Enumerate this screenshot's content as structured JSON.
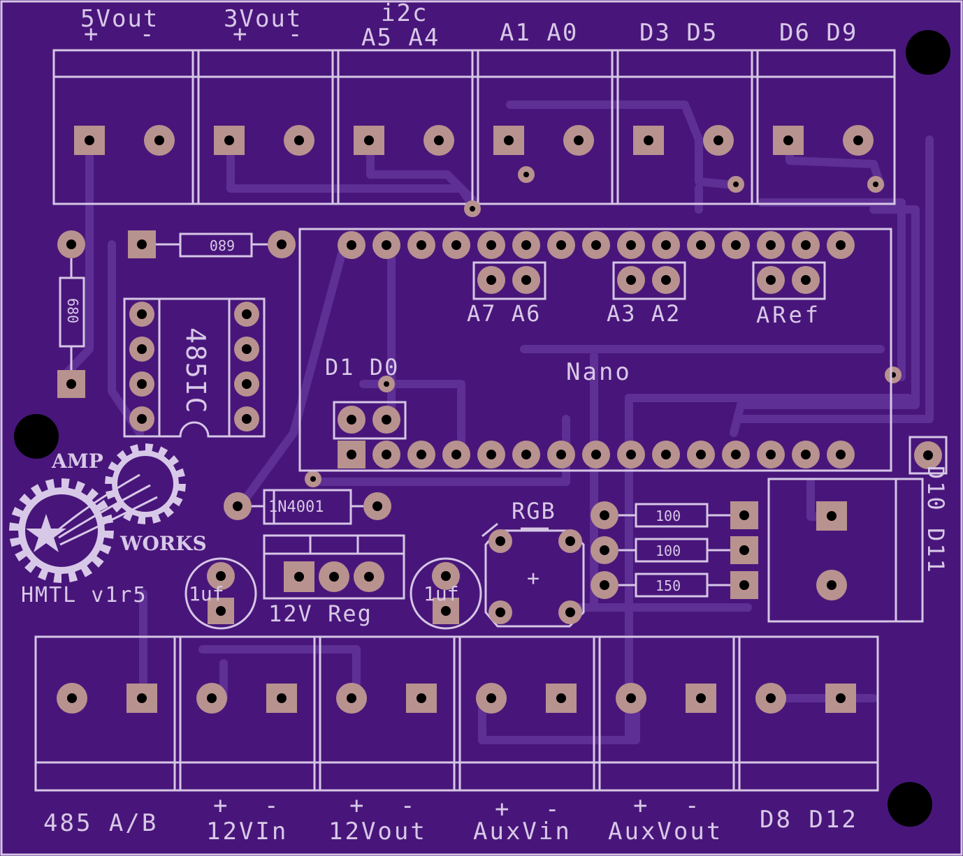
{
  "board": {
    "background": "#48167a",
    "trace_color": "#5e2f94",
    "silk_color": "#d6c6e6",
    "pad_color": "#b8928f"
  },
  "top_labels": {
    "t1_title": "5Vout",
    "t1_plus": "+",
    "t1_minus": "-",
    "t2_title": "3Vout",
    "t2_plus": "+",
    "t2_minus": "-",
    "t3_title": "i2c",
    "t3_sub": "A5 A4",
    "t4": "A1 A0",
    "t5": "D3 D5",
    "t6": "D6 D9"
  },
  "middle_labels": {
    "a7a6": "A7 A6",
    "a3a2": "A3 A2",
    "aref": "ARef",
    "nano": "Nano",
    "d1d0": "D1 D0",
    "res_680_h": "680",
    "res_680_v": "680",
    "ic": "485IC",
    "diode": "1N4001",
    "rgb": "RGB",
    "rgb_plus": "+",
    "res_100_a": "100",
    "res_100_b": "100",
    "res_150": "150",
    "d10d11": "D10 D11",
    "reg": "12V Reg",
    "cap_left": "1uf",
    "cap_right": "1uf",
    "version": "HMTL v1r5"
  },
  "logo": {
    "top": "AMP",
    "bottom": "WORKS"
  },
  "bottom_labels": {
    "b1": "485 A/B",
    "b2_plus": "+",
    "b2_minus": "-",
    "b2": "12VIn",
    "b3_plus": "+",
    "b3_minus": "-",
    "b3": "12Vout",
    "b4_plus": "+",
    "b4_minus": "-",
    "b4": "AuxVin",
    "b5_plus": "+",
    "b5_minus": "-",
    "b5": "AuxVout",
    "b6": "D8 D12"
  }
}
